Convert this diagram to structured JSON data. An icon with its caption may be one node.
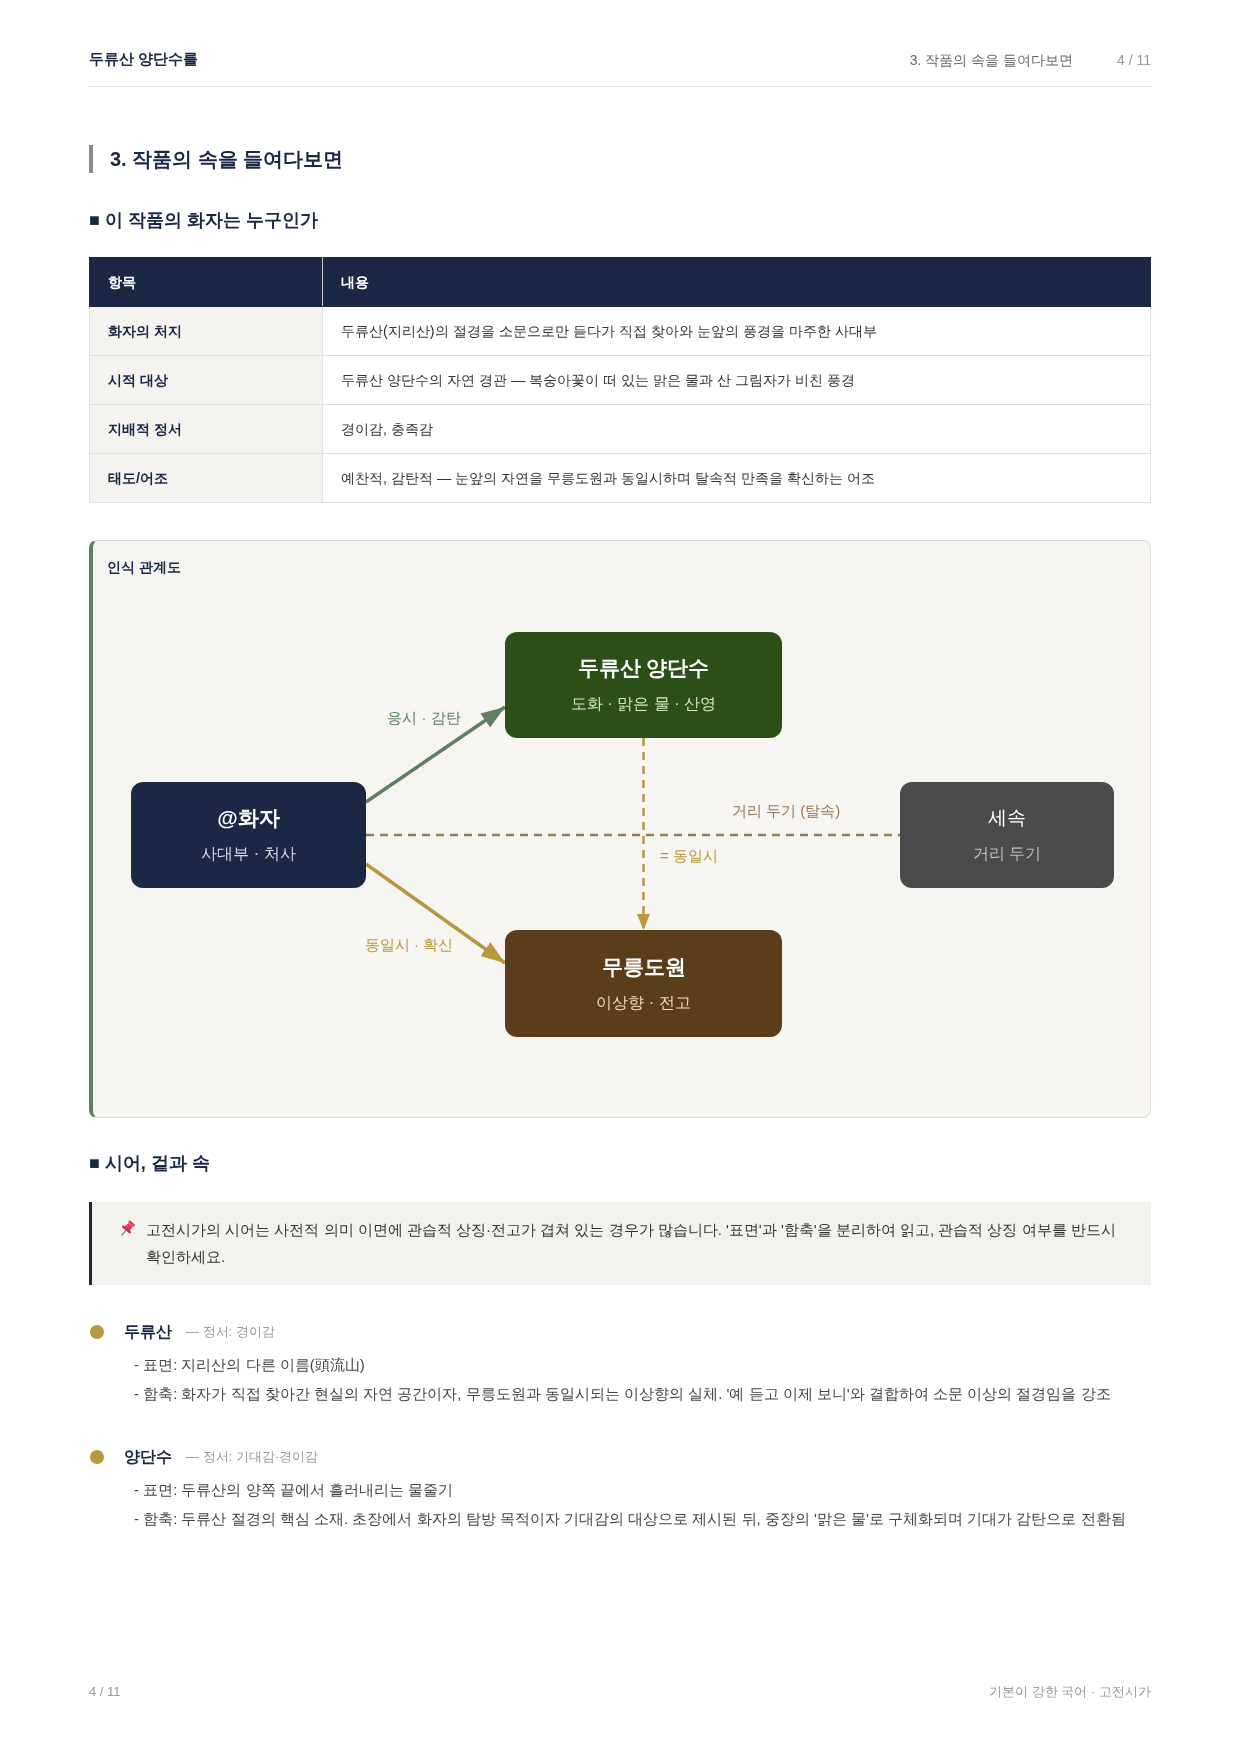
{
  "diagram": {
    "title": "3. 작품의 속을 들여다보면",
    "nodes": [
      {
        "text": [
          "인식 관계도"
        ]
      },
      {
        "text": [
          "두류산 양단수",
          "도화 · 맑은 물 · 산영"
        ],
        "in": 0
      },
      {
        "text": [
          "@화자",
          "사대부 · 처사"
        ],
        "in": 0
      },
      {
        "text": [
          "세속",
          "거리 두기"
        ],
        "in": 0
      },
      {
        "text": [
          "무릉도원",
          "이상향 · 전고"
        ],
        "in": 0
      }
    ],
    "edges": [
      {
        "from": 2,
        "to": 1,
        "arrow": "to",
        "label": "응시 · 감탄",
        "color": "#5e7f62"
      },
      {
        "from": 2,
        "to": 4,
        "arrow": "to",
        "label": "동일시 · 확신"
      },
      {
        "from": 1,
        "to": 4,
        "arrow": "to",
        "label": "= 동일시",
        "style": "dashed"
      },
      {
        "from": 2,
        "to": 3,
        "arrow": "none",
        "label": "거리 두기 (탈속)",
        "style": "dashed",
        "color": "#9b7650"
      }
    ],
    "labels": [
      "두류산 양단수를",
      "3. 작품의 속을 들여다보면",
      "4 / 11",
      "■ 이 작품의 화자는 누구인가",
      "항목",
      "내용",
      "화자의 처지",
      "두류산(지리산)의 절경을 소문으로만 듣다가 직접 찾아와 눈앞의 풍경을 마주한 사대부",
      "시적 대상",
      "두류산 양단수의 자연 경관 — 복숭아꽃이 떠 있는 맑은 물과 산 그림자가 비친 풍경",
      "지배적 정서",
      "경이감, 충족감",
      "태도/어조",
      "예찬적, 감탄적 — 눈앞의 자연을 무릉도원과 동일시하며 탈속적 만족을 확신하는 어조",
      "■ 시어, 겉과 속",
      "고전시가의 시어는 사전적 의미 이면에 관습적 상징·전고가 겹쳐 있는 경우가 많습니다. '표면'과 '함축'을 분리하여 읽고, 관습적 상징 여부를 반드시 확인하세요.",
      "두류산",
      "— 정서: 경이감",
      "- 표면: 지리산의 다른 이름(頭流山)",
      "- 함축: 화자가 직접 찾아간 현실의 자연 공간이자, 무릉도원과 동일시되는 이상향의 실체. '예 듣고 이제 보니'와 결합하여 소문 이상의 절경임을 강조",
      "양단수",
      "— 정서: 기대감·경이감",
      "- 표면: 두류산의 양쪽 끝에서 흘러내리는 물줄기",
      "- 함축: 두류산 절경의 핵심 소재. 초장에서 화자의 탐방 목적이자 기대감의 대상으로 제시된 뒤, 중장의 '맑은 물'로 구체화되며 기대가 감탄으로 전환됨",
      "4 / 11",
      "기본이 강한 국어 · 고전시가"
    ]
  }
}
